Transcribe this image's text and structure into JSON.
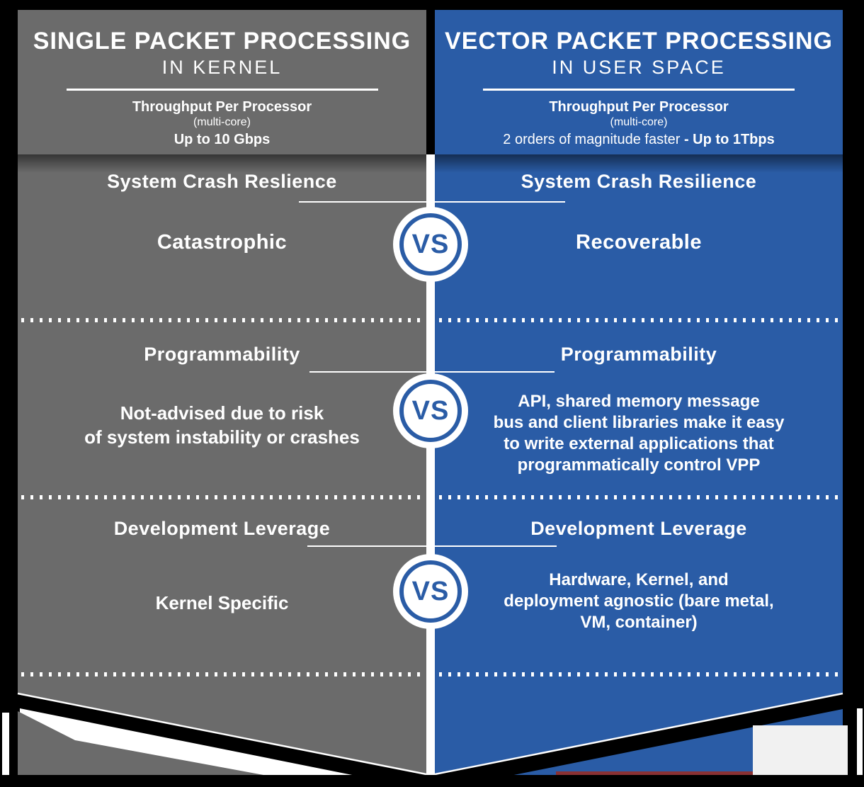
{
  "meta": {
    "vs_label": "VS"
  },
  "colors": {
    "gray": "#6b6b6b",
    "blue": "#2a5ca6",
    "white": "#ffffff",
    "light_gray": "#f1f1f1",
    "dark_red": "#8a3133",
    "black": "#000000"
  },
  "left": {
    "title": "SINGLE PACKET PROCESSING",
    "subtitle": "IN KERNEL",
    "throughput": {
      "label": "Throughput Per Processor",
      "note": "(multi-core)",
      "value": "Up to 10 Gbps"
    },
    "sections": [
      {
        "title": "System Crash Reslience",
        "body": "Catastrophic"
      },
      {
        "title": "Programmability",
        "body": "Not-advised due to risk\nof system instability or crashes"
      },
      {
        "title": "Development Leverage",
        "body": "Kernel Specific"
      }
    ]
  },
  "right": {
    "title": "VECTOR PACKET PROCESSING",
    "subtitle": "IN USER SPACE",
    "throughput": {
      "label": "Throughput Per Processor",
      "note": "(multi-core)",
      "prefix": "2 orders of magnitude faster ",
      "value": "- Up to 1Tbps"
    },
    "sections": [
      {
        "title": "System Crash Resilience",
        "body": "Recoverable"
      },
      {
        "title": "Programmability",
        "body": "API, shared memory message\nbus and client libraries make it easy\nto write external applications that\nprogrammatically control VPP"
      },
      {
        "title": "Development Leverage",
        "body": "Hardware, Kernel, and\ndeployment agnostic (bare metal,\nVM, container)"
      }
    ]
  }
}
